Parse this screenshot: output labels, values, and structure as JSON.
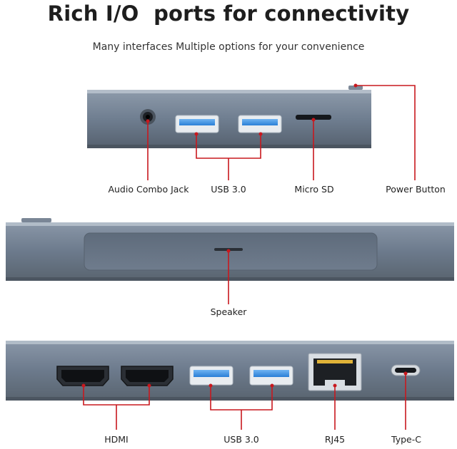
{
  "header": {
    "title": "Rich I/O  ports for connectivity",
    "subtitle": "Many interfaces Multiple options for your convenience"
  },
  "top_view": {
    "labels": {
      "audio": "Audio Combo Jack",
      "usb": "USB 3.0",
      "microsd": "Micro SD",
      "power": "Power Button"
    }
  },
  "middle_view": {
    "labels": {
      "speaker": "Speaker"
    }
  },
  "bottom_view": {
    "labels": {
      "hdmi": "HDMI",
      "usb": "USB 3.0",
      "rj45": "RJ45",
      "typec": "Type-C"
    }
  },
  "colors": {
    "callout_line": "#c8181e",
    "device_body": "#6f7f92",
    "usb_blue": "#2a7fd6"
  }
}
